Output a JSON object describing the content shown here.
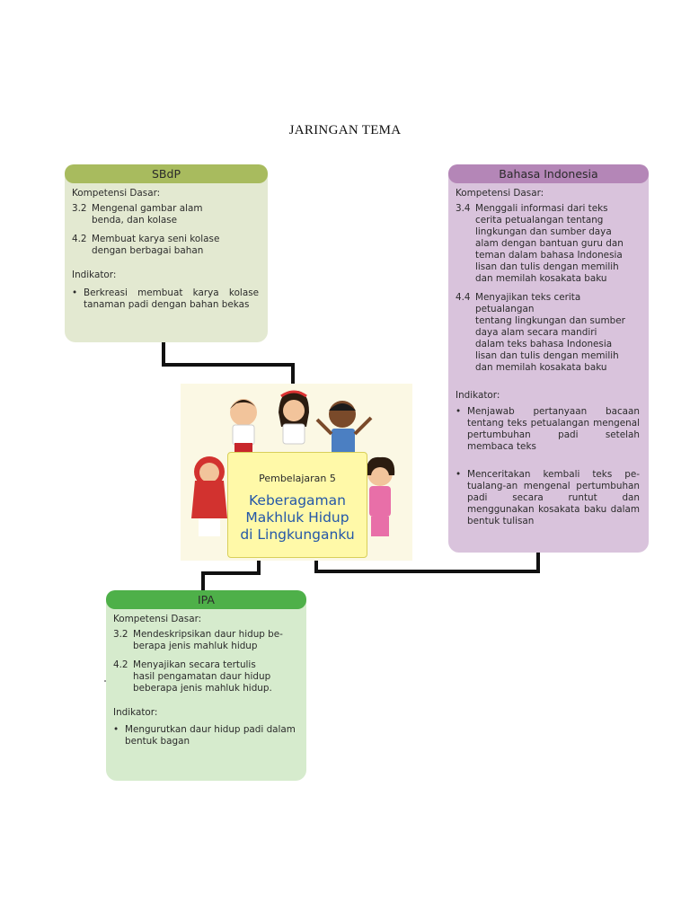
{
  "page_title": "JARINGAN TEMA",
  "sbdp": {
    "header": "SBdP",
    "kd_label": "Kompetensi Dasar:",
    "kd": [
      {
        "num": "3.2",
        "text": "Mengenal gambar alam\nbenda, dan kolase"
      },
      {
        "num": "4.2",
        "text": "Membuat karya seni kolase\ndengan berbagai bahan"
      }
    ],
    "ind_label": "Indikator:",
    "indicators": [
      "Berkreasi membuat karya kolase tanaman padi dengan bahan bekas"
    ]
  },
  "bindo": {
    "header": "Bahasa Indonesia",
    "kd_label": "Kompetensi Dasar:",
    "kd": [
      {
        "num": "3.4",
        "text": "Menggali informasi dari teks\ncerita petualangan tentang\nlingkungan dan sumber daya\nalam dengan bantuan guru dan\nteman dalam bahasa Indonesia\nlisan dan tulis dengan memilih\ndan memilah kosakata baku"
      },
      {
        "num": "4.4",
        "text": "Menyajikan teks cerita petualangan\ntentang lingkungan dan sumber\ndaya alam secara mandiri\ndalam teks bahasa Indonesia\nlisan dan tulis dengan memilih\ndan memilah kosakata baku"
      }
    ],
    "ind_label": "Indikator:",
    "indicators": [
      "Menjawab pertanyaan bacaan tentang teks petualangan mengenal pertumbuhan padi setelah membaca teks",
      "Menceritakan kembali teks pe-tualang-an mengenal pertumbuhan padi secara runtut dan menggunakan kosakata baku dalam bentuk tulisan"
    ]
  },
  "ipa": {
    "header": "IPA",
    "kd_label": "Kompetensi Dasar:",
    "kd": [
      {
        "num": "3.2",
        "text": "Mendeskripsikan daur hidup be-\nberapa jenis mahluk hidup"
      },
      {
        "num": "4.2",
        "text": "Menyajikan secara tertulis\nhasil pengamatan daur hidup\nbeberapa jenis mahluk hidup."
      }
    ],
    "ind_label": "Indikator:",
    "indicators": [
      "Mengurutkan daur hidup padi dalam bentuk bagan"
    ]
  },
  "center": {
    "subtitle": "Pembelajaran 5",
    "title": "Keberagaman\nMakhluk Hidup\ndi Lingkunganku"
  },
  "colors": {
    "sbdp_header": "#a8bb5e",
    "sbdp_body": "#e3e9d1",
    "bindo_header": "#b486b7",
    "bindo_body": "#d9c3dc",
    "ipa_header": "#4eb049",
    "ipa_body": "#d6ebcd",
    "center_title": "#2457a8",
    "banner": "#fff9a8"
  },
  "icons": [
    "children-illustration-icon"
  ]
}
